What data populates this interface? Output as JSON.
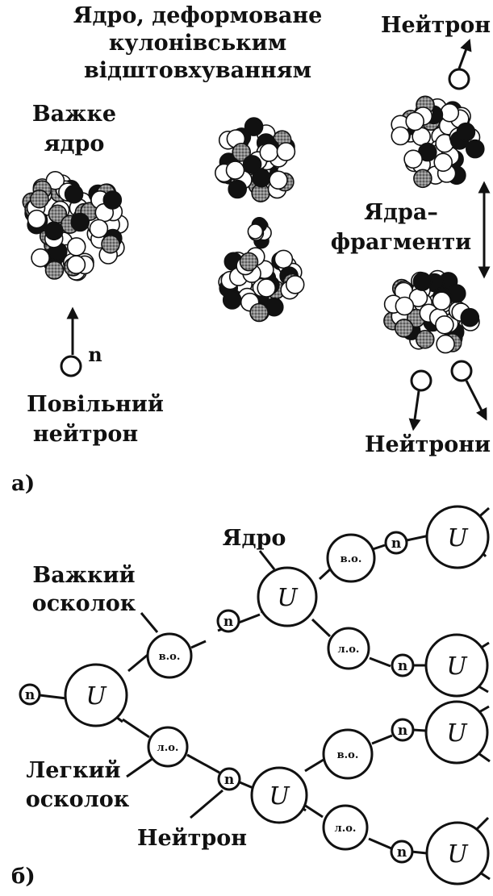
{
  "part_a": {
    "panel_label": "а)",
    "deformed_title": [
      "Ядро, деформоване",
      "кулонівським",
      "відштовхуванням"
    ],
    "heavy_nucleus": [
      "Важке",
      "ядро"
    ],
    "slow_neutron": [
      "Повільний",
      "нейтрон"
    ],
    "neutron_symbol": "n",
    "neutron_top": "Нейтрон",
    "fragments": [
      "Ядра–",
      "фрагменти"
    ],
    "neutrons_bottom": "Нейтрони"
  },
  "part_b": {
    "panel_label": "б)",
    "nucleus_label": "Ядро",
    "heavy_fragment": [
      "Важкий",
      "осколок"
    ],
    "light_fragment": [
      "Легкий",
      "осколок"
    ],
    "neutron_label": "Нейтрон",
    "u_symbol": "U",
    "n_symbol": "n",
    "heavy_abbrev": "в.о.",
    "light_abbrev": "л.о."
  }
}
